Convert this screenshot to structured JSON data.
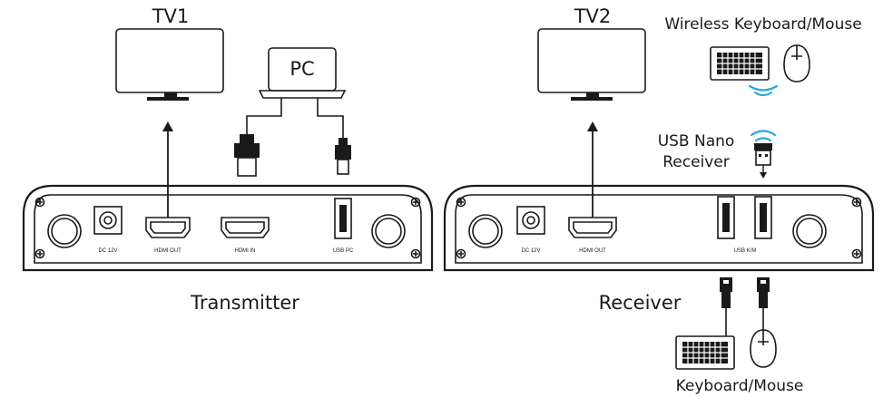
{
  "devices": {
    "tv1": "TV1",
    "tv2": "TV2",
    "pc": "PC",
    "transmitter": "Transmitter",
    "receiver": "Receiver",
    "wireless_km": "Wireless Keyboard/Mouse",
    "usb_nano_line1": "USB Nano",
    "usb_nano_line2": "Receiver",
    "wired_km": "Keyboard/Mouse"
  },
  "ports": {
    "tx_dc": "DC 12V",
    "tx_hdmi_out": "HDMI OUT",
    "tx_hdmi_in": "HDMI IN",
    "tx_usb_pc": "USB PC",
    "rx_dc": "DC 12V",
    "rx_hdmi_out": "HDMI OUT",
    "rx_usb_km": "USB K/M"
  },
  "colors": {
    "line": "#1a1a1a",
    "wireless": "#2aa7df"
  }
}
